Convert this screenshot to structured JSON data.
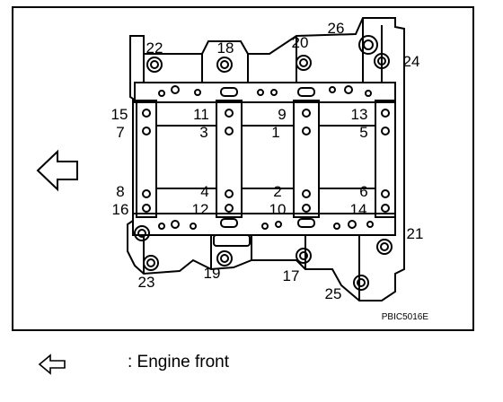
{
  "figure_code": "PBIC5016E",
  "bolt_labels": [
    "1",
    "2",
    "3",
    "4",
    "5",
    "6",
    "7",
    "8",
    "9",
    "10",
    "11",
    "12",
    "13",
    "14",
    "15",
    "16",
    "17",
    "18",
    "19",
    "20",
    "21",
    "22",
    "23",
    "24",
    "25",
    "26"
  ],
  "legend": {
    "icon": "arrow-left-outline-icon",
    "text": ": Engine front"
  }
}
